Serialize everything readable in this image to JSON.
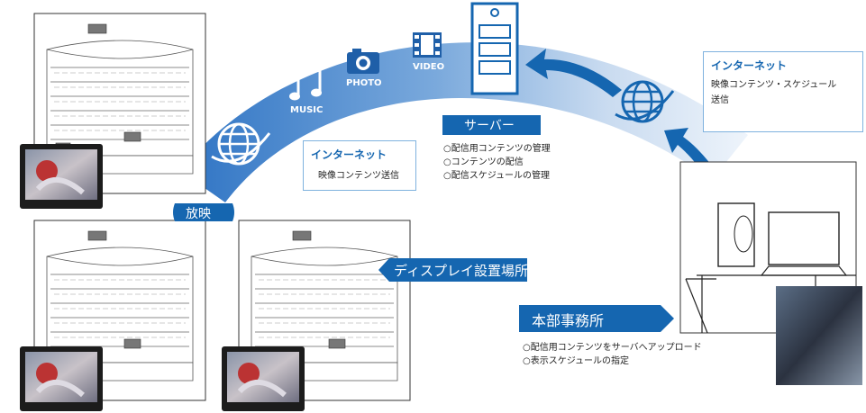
{
  "diagram": {
    "media": {
      "music_label": "MUSIC",
      "photo_label": "PHOTO",
      "video_label": "VIDEO"
    },
    "server": {
      "label": "サーバー",
      "functions": [
        "○配信用コンテンツの管理",
        "○コンテンツの配信",
        "○配信スケジュールの管理"
      ]
    },
    "internet_left": {
      "title": "インターネット",
      "description": "映像コンテンツ送信"
    },
    "internet_right": {
      "title": "インターネット",
      "description_line1": "映像コンテンツ・スケジュール",
      "description_line2": "送信"
    },
    "broadcast_label": "放映",
    "display_location_label": "ディスプレイ設置場所",
    "headquarters": {
      "label": "本部事務所",
      "tasks": [
        "○配信用コンテンツをサーバへアップロード",
        "○表示スケジュールの指定"
      ]
    },
    "colors": {
      "primary_blue": "#1566b0",
      "arc_blue": "#5b93d3",
      "arc_light": "#dbe8f6"
    }
  }
}
